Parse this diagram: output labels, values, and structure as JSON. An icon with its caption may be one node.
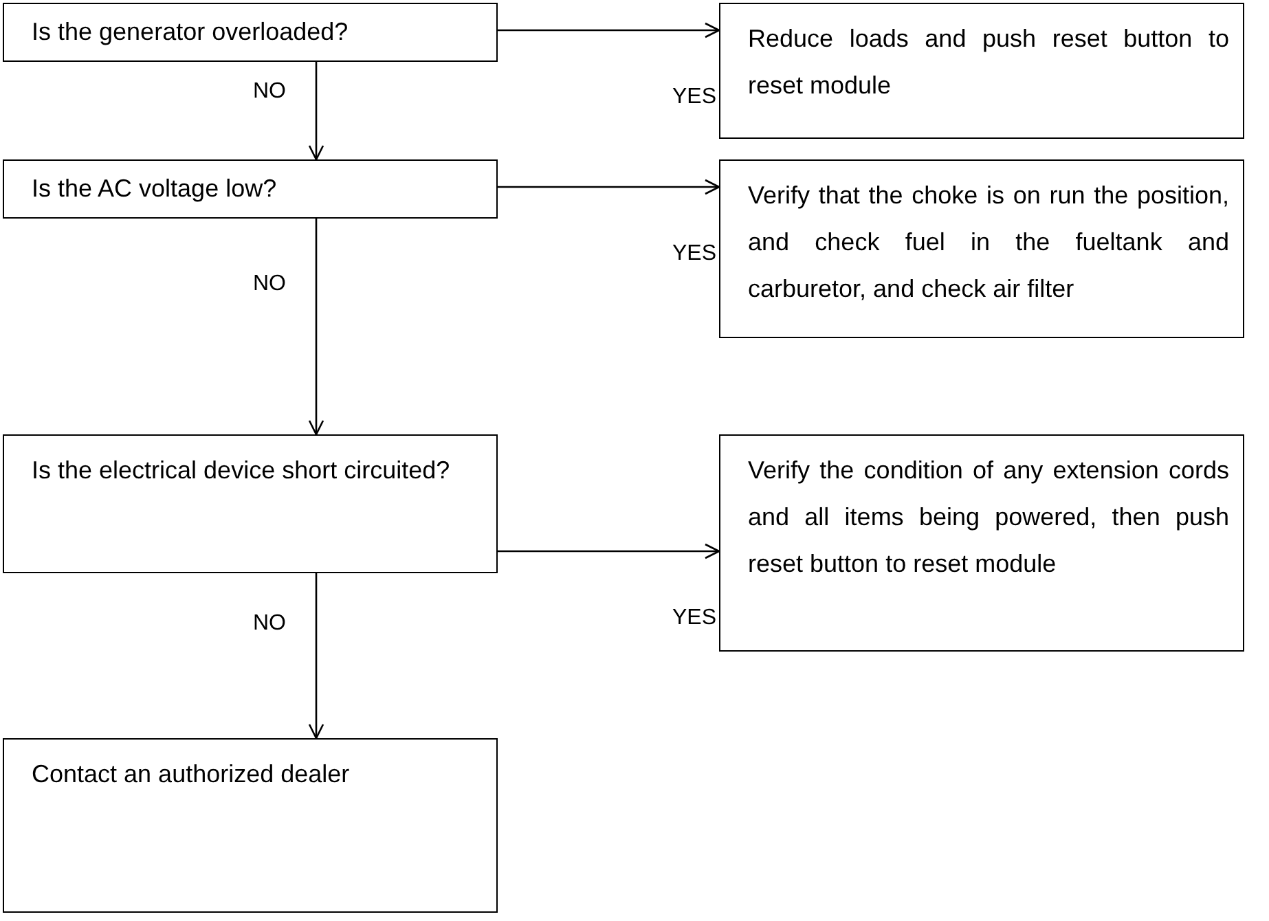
{
  "diagram": {
    "nodes": [
      {
        "text": [
          "Is the generator overloaded?"
        ]
      },
      {
        "text": [
          "Reduce loads and push reset button to reset module"
        ]
      },
      {
        "text": [
          "Is the AC voltage low?"
        ]
      },
      {
        "text": [
          "Verify that the choke is on run the position, and check fuel in the fueltank and carburetor, and check air filter"
        ]
      },
      {
        "text": [
          "Is the electrical device short circuited?"
        ]
      },
      {
        "text": [
          "Verify the condition of any extension cords and all items being powered, then push reset button to reset module"
        ]
      },
      {
        "text": [
          "Contact an authorized dealer"
        ]
      }
    ],
    "edges": [
      {
        "from": 0,
        "to": 1,
        "arrow": "to",
        "label": "YES"
      },
      {
        "from": 0,
        "to": 2,
        "arrow": "to",
        "label": "NO"
      },
      {
        "from": 2,
        "to": 3,
        "arrow": "to",
        "label": "YES"
      },
      {
        "from": 2,
        "to": 4,
        "arrow": "to",
        "label": "NO"
      },
      {
        "from": 4,
        "to": 5,
        "arrow": "to",
        "label": "YES"
      },
      {
        "from": 4,
        "to": 6,
        "arrow": "to",
        "label": "NO"
      }
    ]
  }
}
